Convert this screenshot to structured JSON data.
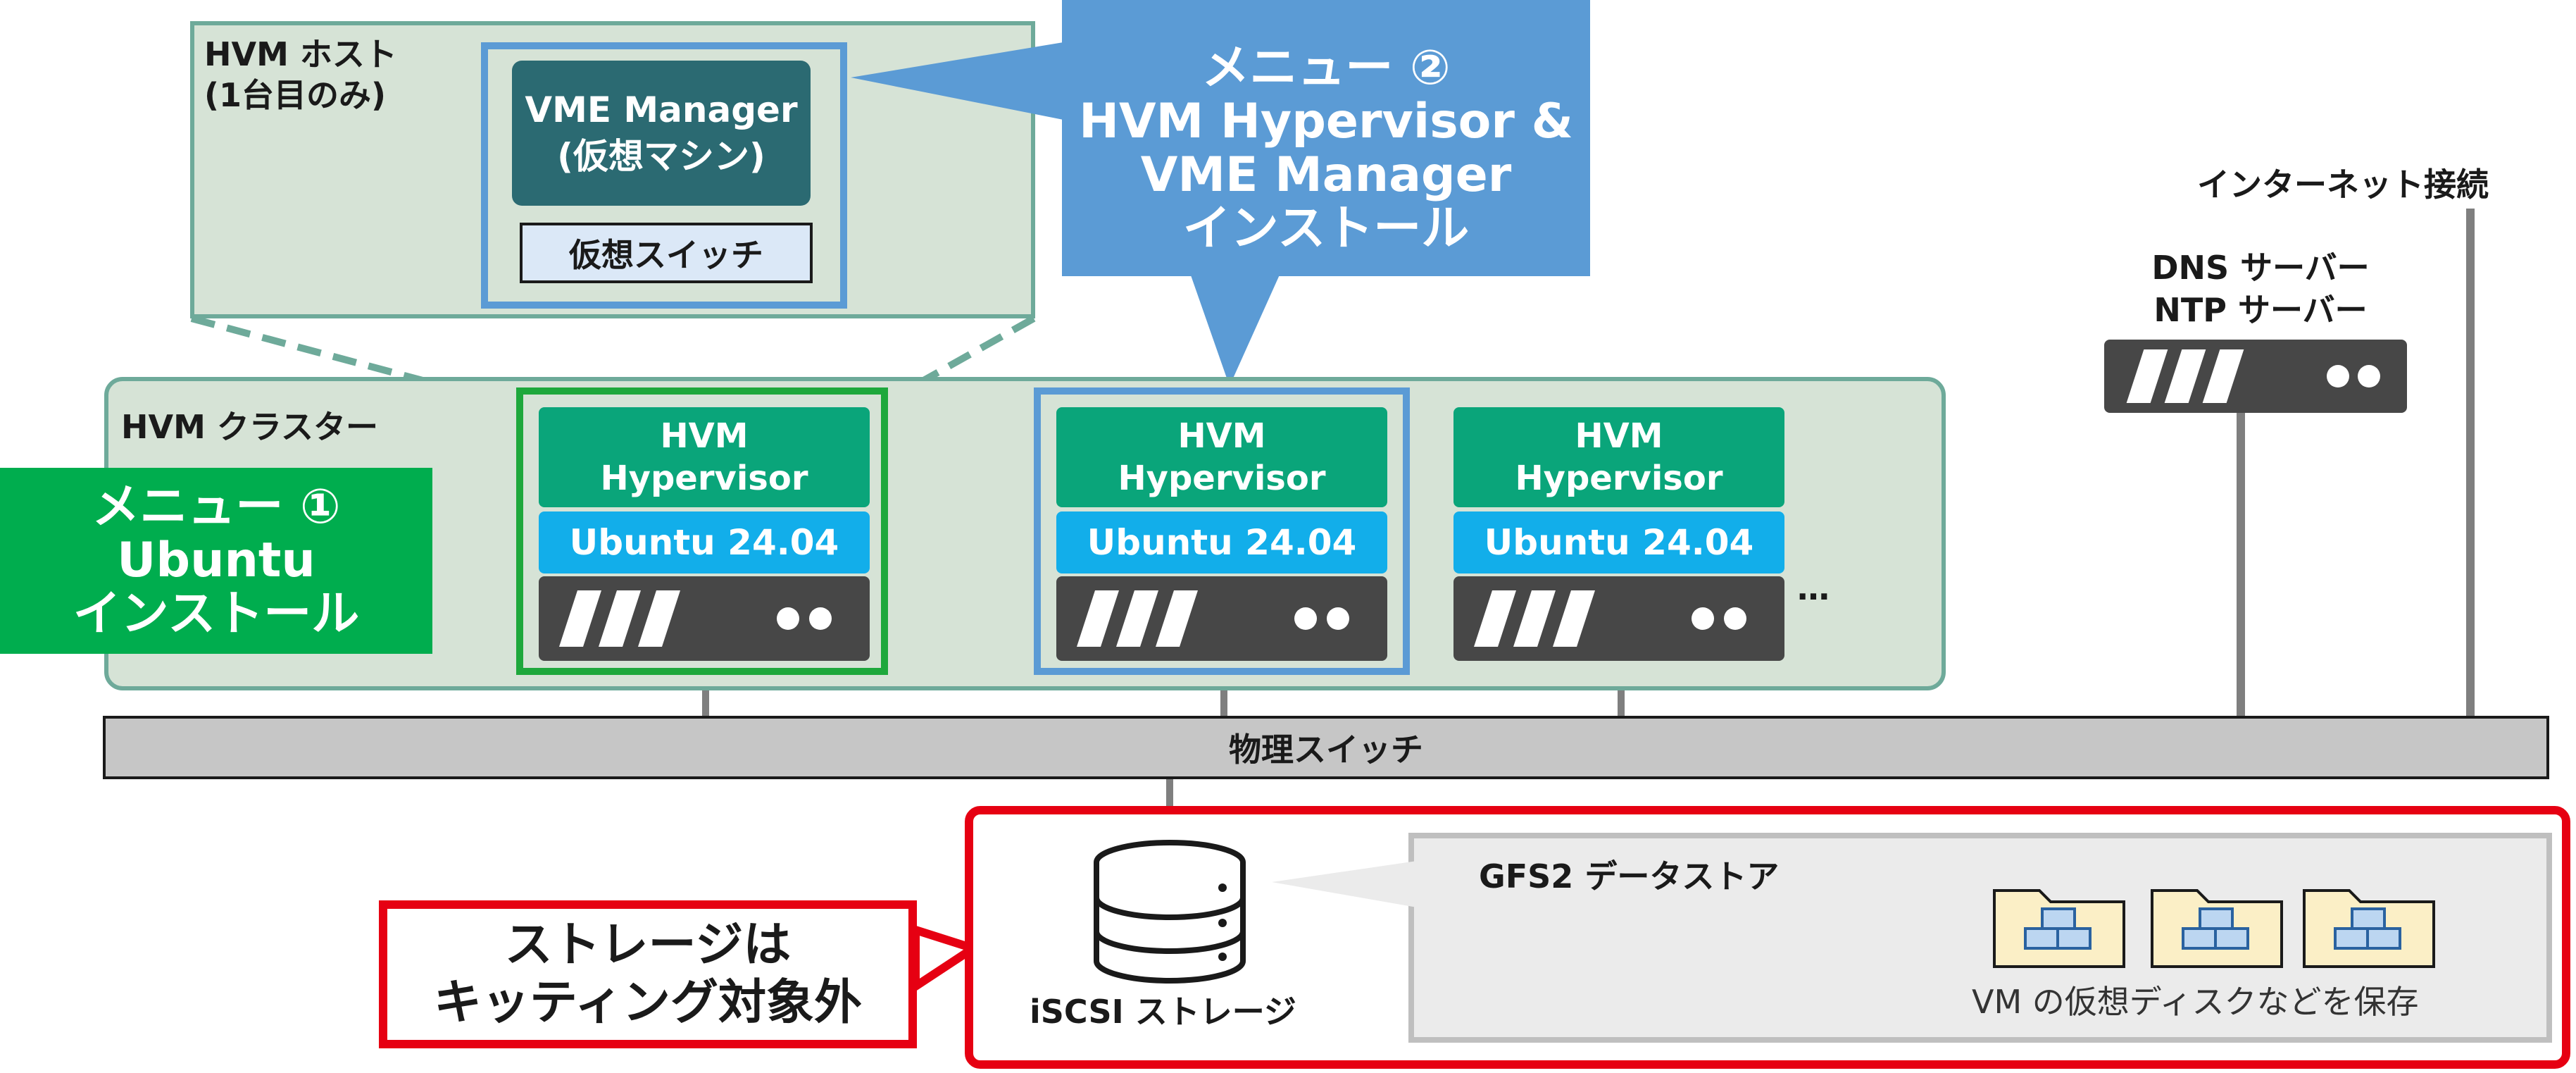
{
  "host": {
    "label_line1": "HVM ホスト",
    "label_line2": "(1台目のみ)",
    "vme_manager_line1": "VME Manager",
    "vme_manager_line2": "(仮想マシン)",
    "virtual_switch": "仮想スイッチ"
  },
  "callout2": {
    "line1": "メニュー ②",
    "line2": "HVM Hypervisor &",
    "line3": "VME Manager",
    "line4": "インストール"
  },
  "callout1": {
    "line1": "メニュー ①",
    "line2": "Ubuntu",
    "line3": "インストール"
  },
  "cluster": {
    "label": "HVM クラスター",
    "nodes": [
      {
        "hypervisor_line1": "HVM",
        "hypervisor_line2": "Hypervisor",
        "os": "Ubuntu 24.04"
      },
      {
        "hypervisor_line1": "HVM",
        "hypervisor_line2": "Hypervisor",
        "os": "Ubuntu 24.04"
      },
      {
        "hypervisor_line1": "HVM",
        "hypervisor_line2": "Hypervisor",
        "os": "Ubuntu 24.04"
      }
    ],
    "ellipsis": "…"
  },
  "physical_switch": "物理スイッチ",
  "internet": "インターネット接続",
  "dns": {
    "line1": "DNS サーバー",
    "line2": "NTP サーバー"
  },
  "storage": {
    "iscsi_label": "iSCSI ストレージ",
    "gfs2_label": "GFS2 データストア",
    "vm_disk_label": "VM の仮想ディスクなどを保存",
    "note_line1": "ストレージは",
    "note_line2": "キッティング対象外"
  },
  "colors": {
    "menu1": "#00ad4e",
    "menu2": "#5b9bd5",
    "hypervisor": "#0aa57a",
    "ubuntu": "#12aeea",
    "vme_manager": "#2b6a72",
    "storage_outline": "#e60012"
  }
}
